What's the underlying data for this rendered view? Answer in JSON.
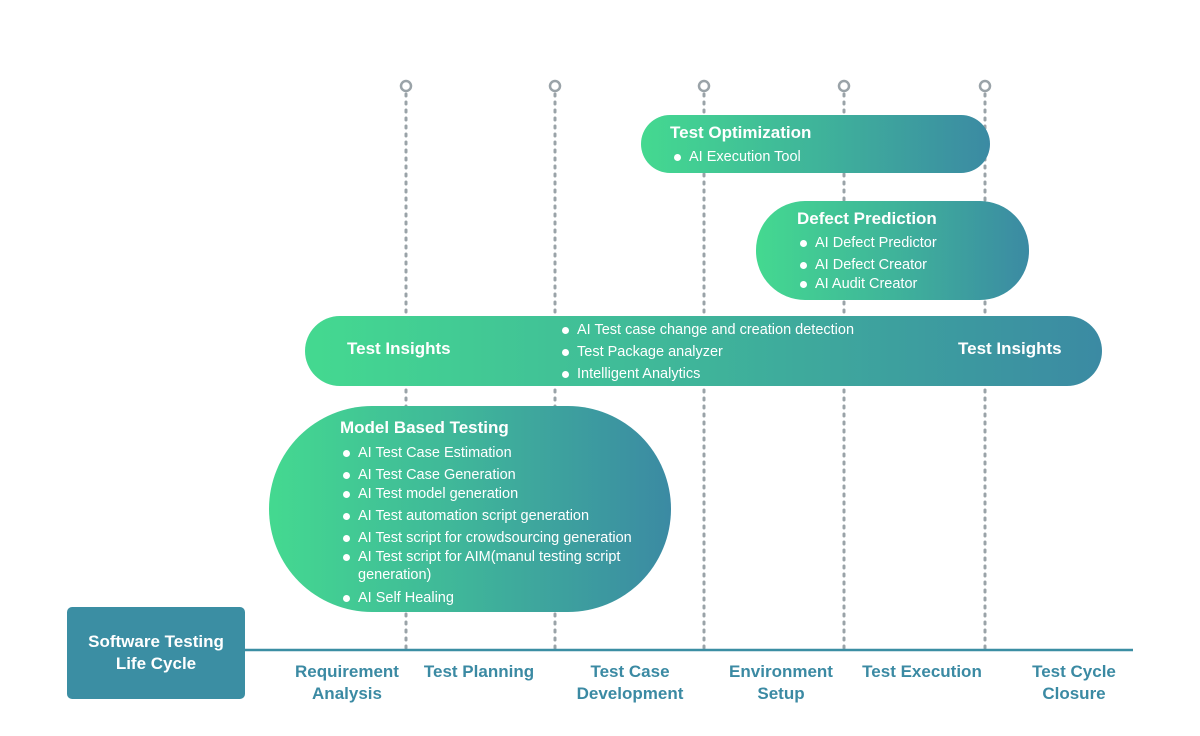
{
  "colors": {
    "gradient_start": "#44d990",
    "gradient_end": "#3b8aa3",
    "phase_text": "#3b8aa3",
    "milestone_line": "#9aa3a8",
    "axis": "#3b8ea3"
  },
  "lifecycle_label": "Software Testing\nLife Cycle",
  "phases": [
    {
      "label": "Requirement\nAnalysis"
    },
    {
      "label": "Test Planning"
    },
    {
      "label": "Test Case\nDevelopment"
    },
    {
      "label": "Environment\nSetup"
    },
    {
      "label": "Test Execution"
    },
    {
      "label": "Test Cycle\nClosure"
    }
  ],
  "test_optimization": {
    "title": "Test Optimization",
    "items": [
      "AI Execution Tool"
    ]
  },
  "defect_prediction": {
    "title": "Defect Prediction",
    "items": [
      "AI Defect Predictor",
      "AI Defect Creator",
      "AI Audit Creator"
    ]
  },
  "test_insights": {
    "title_left": "Test Insights",
    "title_right": "Test Insights",
    "items": [
      "AI Test case change and creation detection",
      "Test Package analyzer",
      "Intelligent Analytics"
    ]
  },
  "model_based_testing": {
    "title": "Model Based Testing",
    "items": [
      "AI Test Case Estimation",
      "AI Test Case Generation",
      "AI Test model generation",
      "AI Test automation script generation",
      "AI Test script for crowdsourcing generation",
      "AI Test script for AIM(manul testing script\ngeneration)",
      "AI Self Healing"
    ]
  }
}
